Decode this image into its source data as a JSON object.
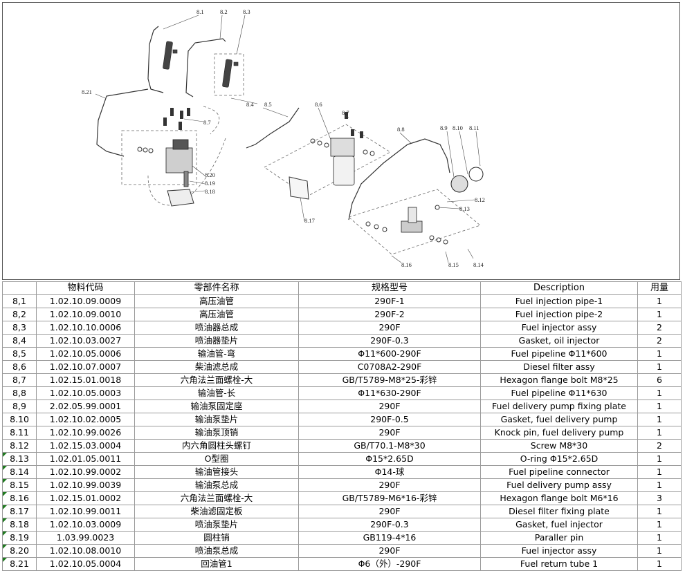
{
  "callouts": [
    "8.1",
    "8.2",
    "8.3",
    "8.4",
    "8.5",
    "8.6",
    "8.7",
    "8.7",
    "8.8",
    "8.9",
    "8.10",
    "8.11",
    "8.12",
    "8.13",
    "8.14",
    "8.15",
    "8.16",
    "8.17",
    "8.18",
    "8.19",
    "8.20",
    "8.21"
  ],
  "table": {
    "headers": [
      "",
      "物料代码",
      "零部件名称",
      "规格型号",
      "Description",
      "用量"
    ],
    "rows": [
      {
        "no": "8,1",
        "code": "1.02.10.09.0009",
        "name_cn": "高压油管",
        "spec": "290F-1",
        "desc": "Fuel injection pipe-1",
        "qty": "1",
        "flag": false
      },
      {
        "no": "8,2",
        "code": "1.02.10.09.0010",
        "name_cn": "高压油管",
        "spec": "290F-2",
        "desc": "Fuel injection pipe-2",
        "qty": "1",
        "flag": false
      },
      {
        "no": "8,3",
        "code": "1.02.10.10.0006",
        "name_cn": "喷油器总成",
        "spec": "290F",
        "desc": "Fuel injector assy",
        "qty": "2",
        "flag": false
      },
      {
        "no": "8,4",
        "code": "1.02.10.03.0027",
        "name_cn": "喷油器垫片",
        "spec": "290F-0.3",
        "desc": "Gasket, oil injector",
        "qty": "2",
        "flag": false
      },
      {
        "no": "8,5",
        "code": "1.02.10.05.0006",
        "name_cn": "输油管-弯",
        "spec": "Φ11*600-290F",
        "desc": "Fuel pipeline Φ11*600",
        "qty": "1",
        "flag": false
      },
      {
        "no": "8,6",
        "code": "1.02.10.07.0007",
        "name_cn": "柴油滤总成",
        "spec": "C0708A2-290F",
        "desc": "Diesel filter assy",
        "qty": "1",
        "flag": false
      },
      {
        "no": "8,7",
        "code": "1.02.15.01.0018",
        "name_cn": "六角法兰面螺栓-大",
        "spec": "GB/T5789-M8*25-彩锌",
        "desc": "Hexagon flange bolt M8*25",
        "qty": "6",
        "flag": false
      },
      {
        "no": "8,8",
        "code": "1.02.10.05.0003",
        "name_cn": "输油管-长",
        "spec": "Φ11*630-290F",
        "desc": "Fuel pipeline Φ11*630",
        "qty": "1",
        "flag": false
      },
      {
        "no": "8,9",
        "code": "2.02.05.99.0001",
        "name_cn": "输油泵固定座",
        "spec": "290F",
        "desc": "Fuel delivery pump fixing plate",
        "qty": "1",
        "flag": false
      },
      {
        "no": "8.10",
        "code": "1.02.10.02.0005",
        "name_cn": "输油泵垫片",
        "spec": "290F-0.5",
        "desc": "Gasket, fuel delivery pump",
        "qty": "1",
        "flag": false
      },
      {
        "no": "8.11",
        "code": "1.02.10.99.0026",
        "name_cn": "输油泵顶销",
        "spec": "290F",
        "desc": "Knock pin, fuel delivery pump",
        "qty": "1",
        "flag": false
      },
      {
        "no": "8.12",
        "code": "1.02.15.03.0004",
        "name_cn": "内六角圆柱头螺钉",
        "spec": "GB/T70.1-M8*30",
        "desc": "Screw M8*30",
        "qty": "2",
        "flag": false
      },
      {
        "no": "8.13",
        "code": "1.02.01.05.0011",
        "name_cn": "O型圈",
        "spec": "Φ15*2.65D",
        "desc": "O-ring Φ15*2.65D",
        "qty": "1",
        "flag": true
      },
      {
        "no": "8.14",
        "code": "1.02.10.99.0002",
        "name_cn": "输油管接头",
        "spec": "Φ14-球",
        "desc": "Fuel pipeline connector",
        "qty": "1",
        "flag": true
      },
      {
        "no": "8.15",
        "code": "1.02.10.99.0039",
        "name_cn": "输油泵总成",
        "spec": "290F",
        "desc": "Fuel delivery pump assy",
        "qty": "1",
        "flag": true
      },
      {
        "no": "8.16",
        "code": "1.02.15.01.0002",
        "name_cn": "六角法兰面螺栓-大",
        "spec": "GB/T5789-M6*16-彩锌",
        "desc": "Hexagon flange bolt M6*16",
        "qty": "3",
        "flag": true
      },
      {
        "no": "8.17",
        "code": "1.02.10.99.0011",
        "name_cn": "柴油滤固定板",
        "spec": "290F",
        "desc": "Diesel filter fixing plate",
        "qty": "1",
        "flag": true
      },
      {
        "no": "8.18",
        "code": "1.02.10.03.0009",
        "name_cn": "喷油泵垫片",
        "spec": "290F-0.3",
        "desc": "Gasket, fuel injector",
        "qty": "1",
        "flag": true
      },
      {
        "no": "8.19",
        "code": "1.03.99.0023",
        "name_cn": "圆柱销",
        "spec": "GB119-4*16",
        "desc": "Paraller pin",
        "qty": "1",
        "flag": true
      },
      {
        "no": "8.20",
        "code": "1.02.10.08.0010",
        "name_cn": "喷油泵总成",
        "spec": "290F",
        "desc": "Fuel injector assy",
        "qty": "1",
        "flag": true
      },
      {
        "no": "8.21",
        "code": "1.02.10.05.0004",
        "name_cn": "回油管1",
        "spec": "Φ6（外）-290F",
        "desc": "Fuel return tube 1",
        "qty": "1",
        "flag": true
      }
    ]
  }
}
